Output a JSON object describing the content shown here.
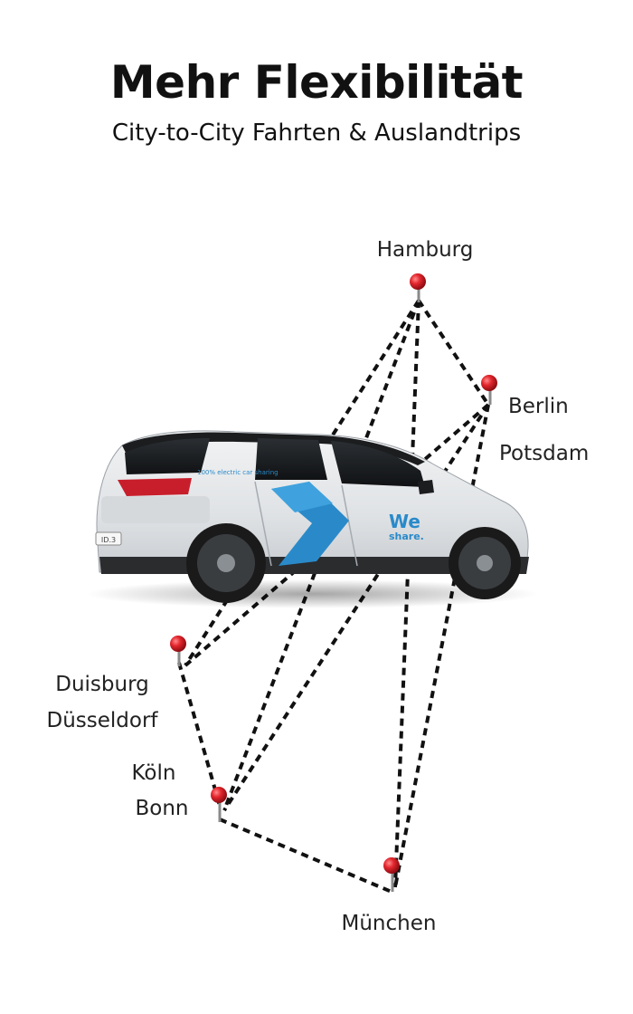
{
  "headline": "Mehr Flexibilität",
  "subline": "City-to-City Fahrten & Auslandtrips",
  "cities": {
    "hamburg": "Hamburg",
    "berlin": "Berlin",
    "potsdam": "Potsdam",
    "duisburg": "Duisburg",
    "duesseldorf": "Düsseldorf",
    "koeln": "Köln",
    "bonn": "Bonn",
    "muenchen": "München"
  },
  "car": {
    "stripe_text": "100% electric car sharing",
    "logo_line1": "We",
    "logo_line2": "share.",
    "plate": "ID.3"
  },
  "colors": {
    "brand_blue": "#2a8ac9",
    "pin_red": "#d9232a",
    "car_body": "#e6e8ea"
  },
  "icons": [
    "map-pin-icon",
    "car-illustration"
  ]
}
